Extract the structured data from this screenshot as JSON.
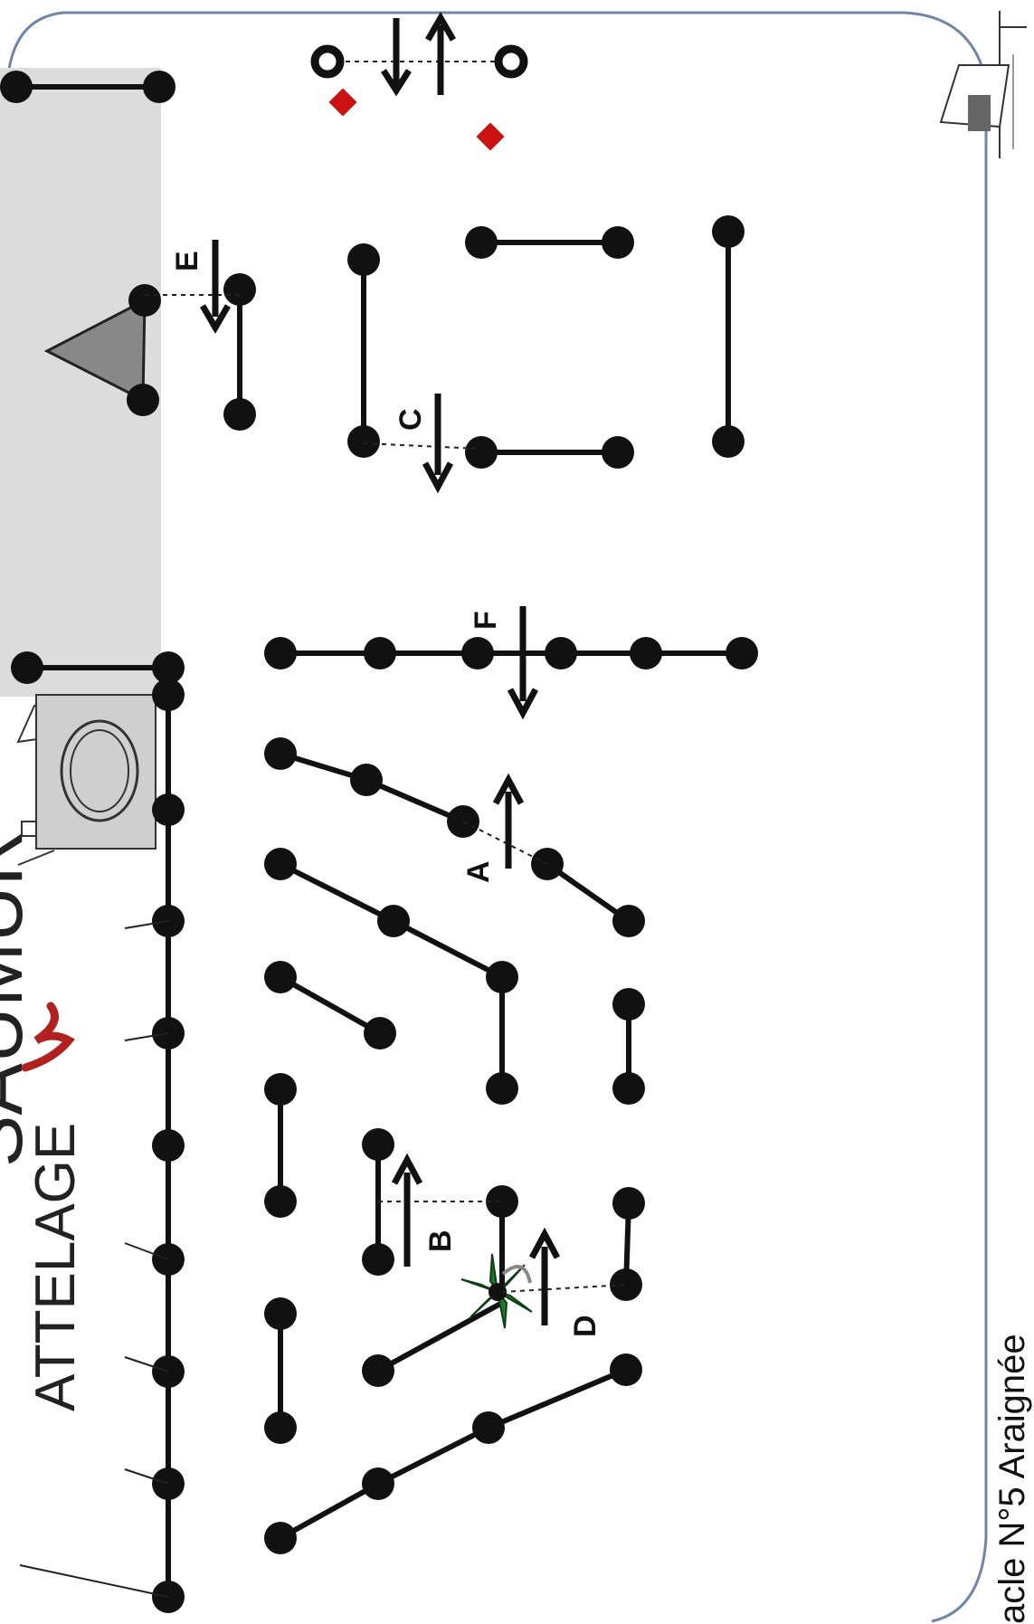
{
  "brand": {
    "name": "SAUMUR",
    "subtitle": "ATTELAGE"
  },
  "caption": "acle N°5 Araignée",
  "obstacles": {
    "A": "A",
    "B": "B",
    "C": "C",
    "D": "D",
    "E": "E",
    "F": "F"
  },
  "colors": {
    "line": "#111111",
    "shaded_zone": "#dcdcdc",
    "gate_marker": "#cc1111",
    "plant": "#1e7a2a",
    "cone": "#888888"
  },
  "icons": [
    "cone-icon",
    "spider-plant-icon",
    "building-icon",
    "gate-marker-icon",
    "corner-diagram-icon"
  ]
}
